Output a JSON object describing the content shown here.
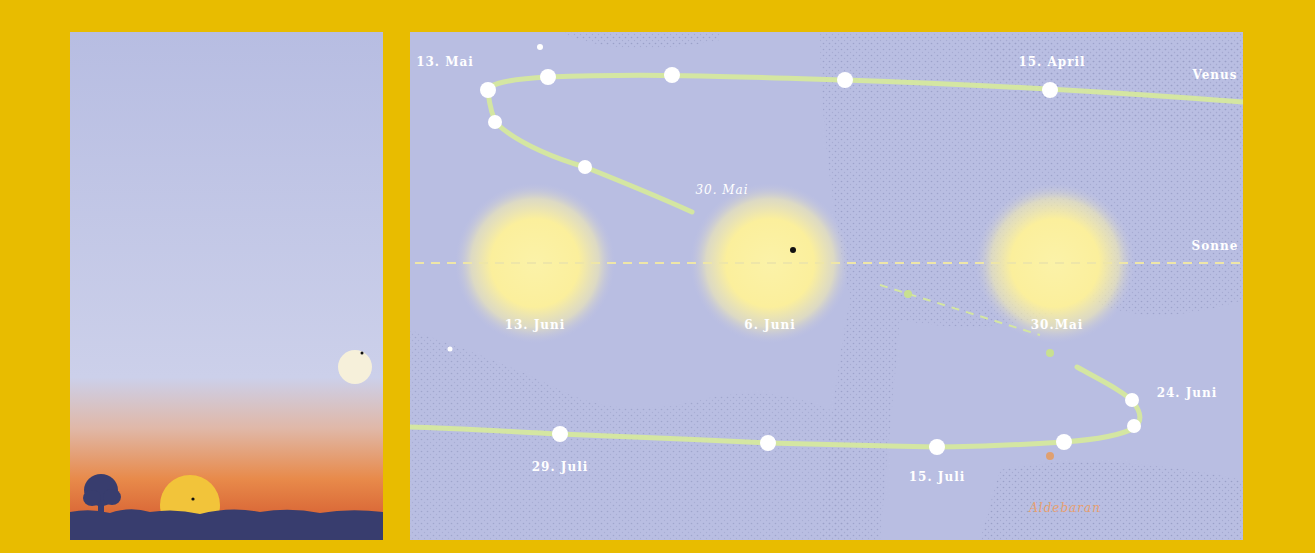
{
  "diagram": {
    "labels": [
      "13. Mai",
      "15. April",
      "Venus",
      "30. Mai",
      "Sonne",
      "13. Juni",
      "6. Juni",
      "30.Mai",
      "24. Juni",
      "29. Juli",
      "15. Juli",
      "Aldebaran"
    ]
  }
}
